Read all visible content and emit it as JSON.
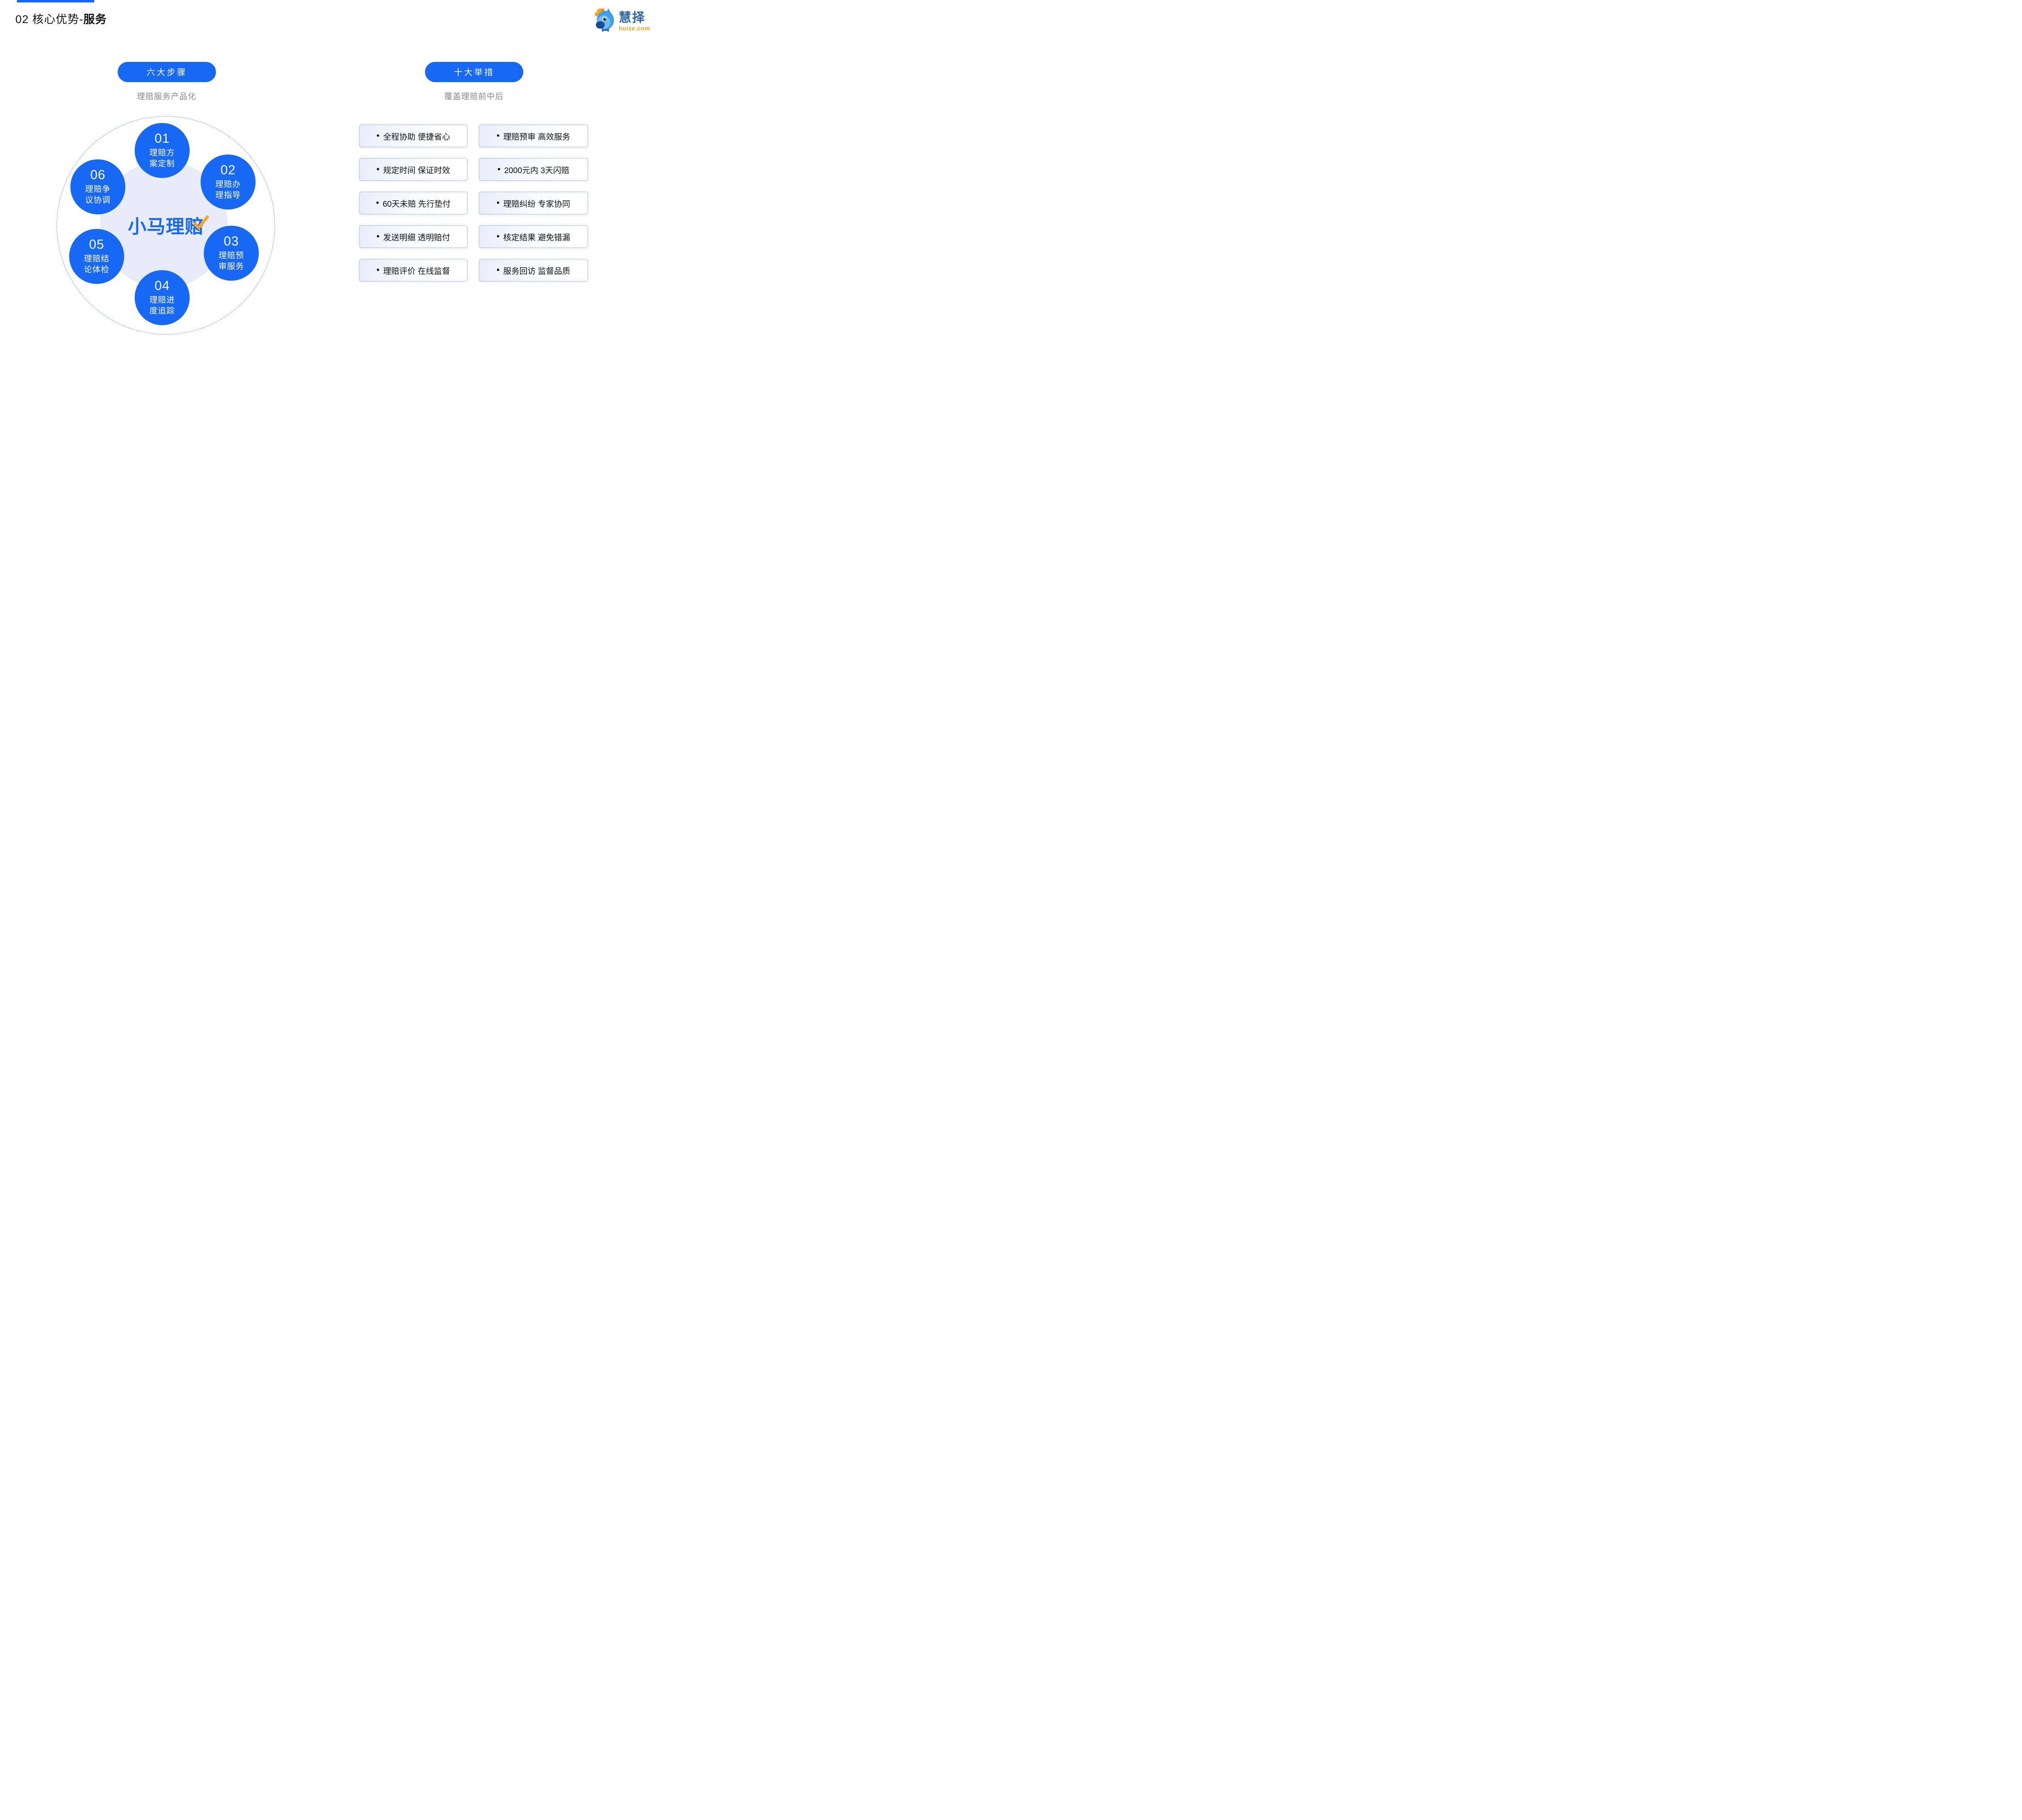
{
  "page": {
    "title_prefix": "02 核心优势-",
    "title_bold": "服务"
  },
  "brand": {
    "name": "慧择",
    "domain": "huize.com"
  },
  "icons": {
    "brand_mascot": "horse-mascot",
    "center_check": "✔"
  },
  "colors": {
    "primary_blue": "#1768F5",
    "inner_disc": "#E8ECF8",
    "ring_dash": "#5B84D8",
    "box_border": "#5580E8",
    "orange": "#F6A61F",
    "subtitle_gray": "#8A8A8A",
    "brand_text_blue": "#2B64A7",
    "brand_domain_orange": "#F7A21D"
  },
  "left_section": {
    "pill_label": "六大步骤",
    "subtitle": "理赔服务产品化",
    "center_logo": "小马理赔",
    "steps": [
      {
        "num": "01",
        "line1": "理赔方",
        "line2": "案定制"
      },
      {
        "num": "02",
        "line1": "理赔办",
        "line2": "理指导"
      },
      {
        "num": "03",
        "line1": "理赔预",
        "line2": "审服务"
      },
      {
        "num": "04",
        "line1": "理赔进",
        "line2": "度追踪"
      },
      {
        "num": "05",
        "line1": "理赔结",
        "line2": "论体检"
      },
      {
        "num": "06",
        "line1": "理赔争",
        "line2": "议协调"
      }
    ]
  },
  "right_section": {
    "pill_label": "十大举措",
    "subtitle": "覆盖理赔前中后",
    "bullet_char": "•",
    "measures": [
      {
        "text": "全程协助 便捷省心"
      },
      {
        "text": "理赔预审 高效服务"
      },
      {
        "text": "规定时间 保证时效"
      },
      {
        "text": "2000元内 3天闪赔"
      },
      {
        "text": "60天未赔 先行垫付"
      },
      {
        "text": "理赔纠纷 专家协同"
      },
      {
        "text": "发送明细 透明赔付"
      },
      {
        "text": "核定结果 避免错漏"
      },
      {
        "text": "理赔评价 在线监督"
      },
      {
        "text": "服务回访 监督品质"
      }
    ]
  }
}
